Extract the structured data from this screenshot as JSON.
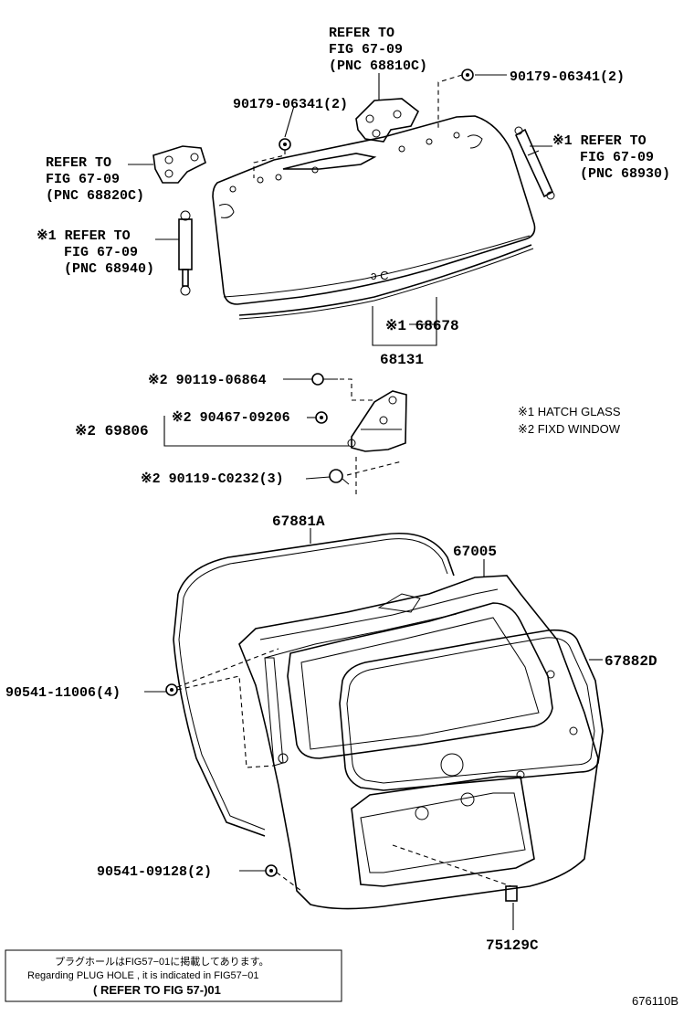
{
  "labels": {
    "refer_top": [
      "REFER TO",
      "FIG 67-09",
      "(PNC 68810C)"
    ],
    "bolt_top_right": "90179-06341(2)",
    "bolt_top_left": "90179-06341(2)",
    "refer_left": [
      "REFER TO",
      "FIG 67-09",
      "(PNC 68820C)"
    ],
    "refer_right": [
      "※1 REFER TO",
      "FIG 67-09",
      "(PNC 68930)"
    ],
    "refer_left_strut": [
      "※1 REFER TO",
      "FIG 67-09",
      "(PNC 68940)"
    ],
    "part_68678": "※1 68678",
    "part_68131": "68131",
    "part_90119_06864": "※2 90119-06864",
    "part_90467": "※2 90467-09206",
    "part_69806": "※2 69806",
    "part_90119_c0232": "※2 90119-C0232(3)",
    "part_67881a": "67881A",
    "part_67005": "67005",
    "part_67882d": "67882D",
    "part_90541_11006": "90541-11006(4)",
    "part_90541_09128": "90541-09128(2)",
    "part_75129c": "75129C"
  },
  "legend": {
    "line1": "※1  HATCH  GLASS",
    "line2": "※2  FIXD  WINDOW"
  },
  "note": {
    "line_jp": "プラグホールはFIG57−01に掲載してあります。",
    "line_en": "Regarding PLUG HOLE , it is indicated in FIG57−01",
    "line_ref": "( REFER TO FIG 57-)01"
  },
  "figure_id": "676110B",
  "glass_mark": "ɔ C"
}
